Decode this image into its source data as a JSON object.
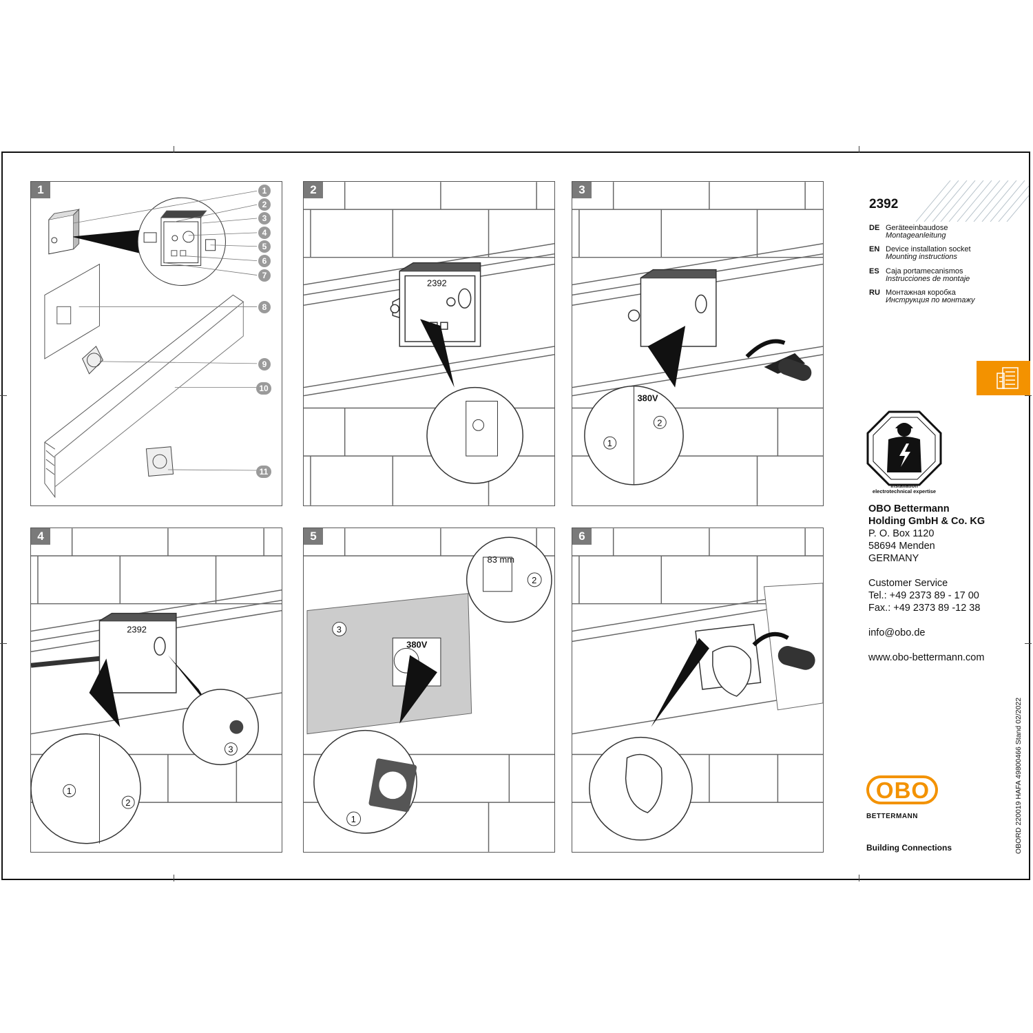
{
  "product": {
    "number": "2392"
  },
  "languages": [
    {
      "code": "DE",
      "title": "Geräteeinbaudose",
      "subtitle": "Montageanleitung"
    },
    {
      "code": "EN",
      "title": "Device installation socket",
      "subtitle": "Mounting instructions"
    },
    {
      "code": "ES",
      "title": "Caja portamecanismos",
      "subtitle": "Instrucciones de montaje"
    },
    {
      "code": "RU",
      "title": "Монтажная коробка",
      "subtitle": "Инструкция по монтажу"
    }
  ],
  "badge": {
    "line1": "Installation",
    "line2": "electrotechnical expertise"
  },
  "company": {
    "name1": "OBO Bettermann",
    "name2": "Holding GmbH & Co. KG",
    "po_box": "P. O. Box 1120",
    "city": "58694 Menden",
    "country": "GERMANY"
  },
  "service": {
    "title": "Customer Service",
    "tel": "Tel.: +49 2373 89 - 17 00",
    "fax": "Fax.: +49 2373 89 -12 38",
    "email": "info@obo.de",
    "web": "www.obo-bettermann.com"
  },
  "doc_code": "OBORD 220019 HAFA 49800466 Stand 02/2022",
  "logo": {
    "brand": "OBO",
    "sub": "BETTERMANN"
  },
  "tagline": "Building Connections",
  "steps": [
    "1",
    "2",
    "3",
    "4",
    "5",
    "6"
  ],
  "step1_callouts": [
    "1",
    "2",
    "3",
    "4",
    "5",
    "6",
    "7",
    "8",
    "9",
    "10",
    "11"
  ],
  "labels": {
    "box_number": "2392",
    "voltage": "380V",
    "dimension": "83 mm",
    "sub1": "1",
    "sub2": "2",
    "sub3": "3"
  },
  "colors": {
    "orange": "#f39200",
    "callout_grey": "#9a9a9a",
    "step_grey": "#7a7a7a"
  },
  "icons": [
    "electrician-warning-icon",
    "document-icon",
    "screwdriver-icon"
  ]
}
